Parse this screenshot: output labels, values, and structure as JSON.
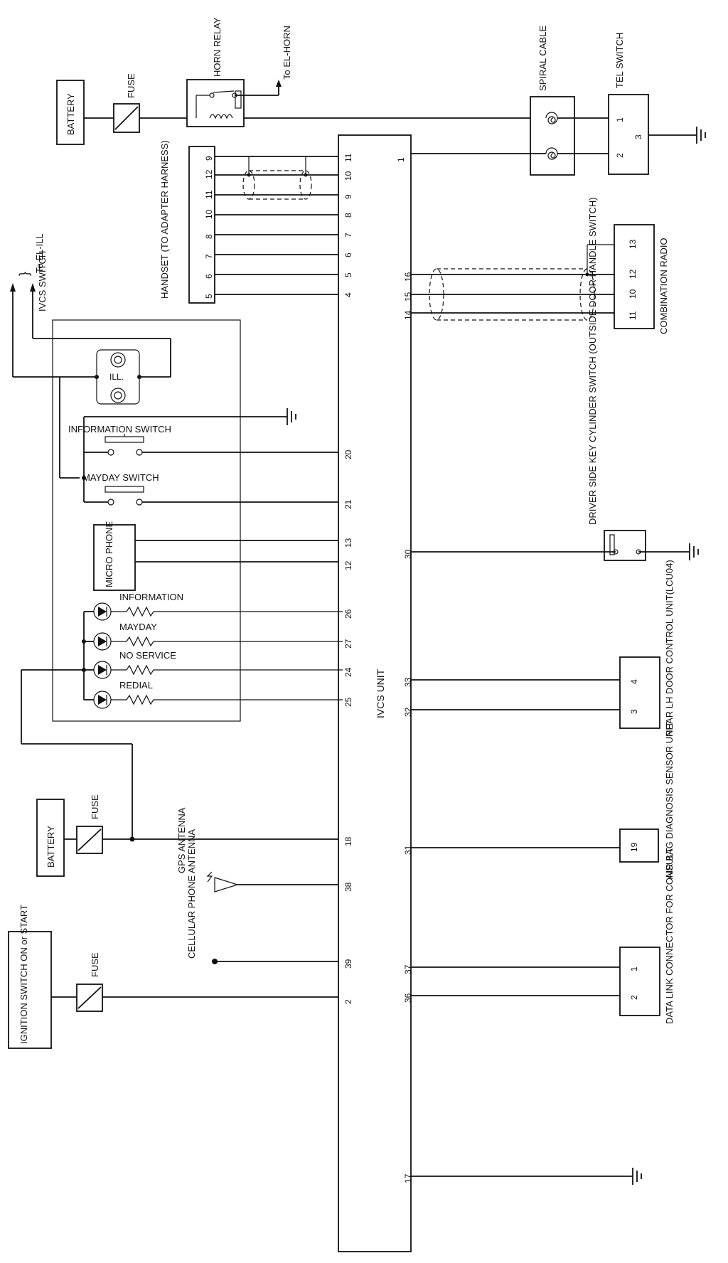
{
  "components": {
    "battery_top": "BATTERY",
    "fuse_top": "FUSE",
    "horn_relay": "HORN RELAY",
    "to_el_horn": "To EL-HORN",
    "spiral_cable": "SPIRAL CABLE",
    "tel_switch": "TEL SWITCH",
    "handset": "HANDSET (TO ADAPTER HARNESS)",
    "to_el_ill": "To EL-ILL",
    "ivcs_switch": "IVCS SWITCH",
    "ill": "ILL.",
    "information_switch": "INFORMATION SWITCH",
    "mayday_switch": "MAYDAY SWITCH",
    "microphone": "MICRO PHONE",
    "information": "INFORMATION",
    "mayday": "MAYDAY",
    "no_service": "NO SERVICE",
    "redial": "REDIAL",
    "combination_radio": "COMBINATION RADIO",
    "driver_side_key": "DRIVER SIDE KEY CYLINDER SWITCH (OUTSIDE DOOR HANDLE SWITCH)",
    "rear_lh_door": "REAR LH DOOR CONTROL UNIT(LCU04)",
    "battery_mid": "BATTERY",
    "fuse_mid": "FUSE",
    "gps_antenna": "GPS ANTENNA",
    "cellular_antenna": "CELLULAR PHONE ANTENNA",
    "air_bag": "AIR BAG DIAGNOSIS SENSOR UNIT",
    "ignition_switch": "IGNITION SWITCH ON or START",
    "fuse_bottom": "FUSE",
    "data_link": "DATA LINK CONNECTOR FOR CONSULT",
    "ivcs_unit": "IVCS UNIT"
  },
  "pins": {
    "tel_1": "1",
    "tel_2": "2",
    "tel_3": "3",
    "ivcs_1": "1",
    "handset_left": [
      "9",
      "12",
      "11",
      "10",
      "8",
      "7",
      "6",
      "5"
    ],
    "handset_right": [
      "11",
      "10",
      "9",
      "8",
      "7",
      "6",
      "5",
      "4"
    ],
    "ivcs_16": "16",
    "ivcs_15": "15",
    "ivcs_14": "14",
    "radio": [
      "13",
      "12",
      "10",
      "11"
    ],
    "ivcs_20": "20",
    "ivcs_21": "21",
    "ivcs_13": "13",
    "ivcs_12": "12",
    "ivcs_30": "30",
    "ivcs_26": "26",
    "ivcs_27": "27",
    "ivcs_24": "24",
    "ivcs_25": "25",
    "ivcs_33": "33",
    "ivcs_32": "32",
    "door_4": "4",
    "door_3": "3",
    "ivcs_18": "18",
    "ivcs_31": "31",
    "airbag_19": "19",
    "ivcs_38": "38",
    "ivcs_39": "39",
    "ivcs_37": "37",
    "ivcs_36": "36",
    "dlc_1": "1",
    "dlc_2": "2",
    "ivcs_2": "2",
    "ivcs_17": "17"
  }
}
